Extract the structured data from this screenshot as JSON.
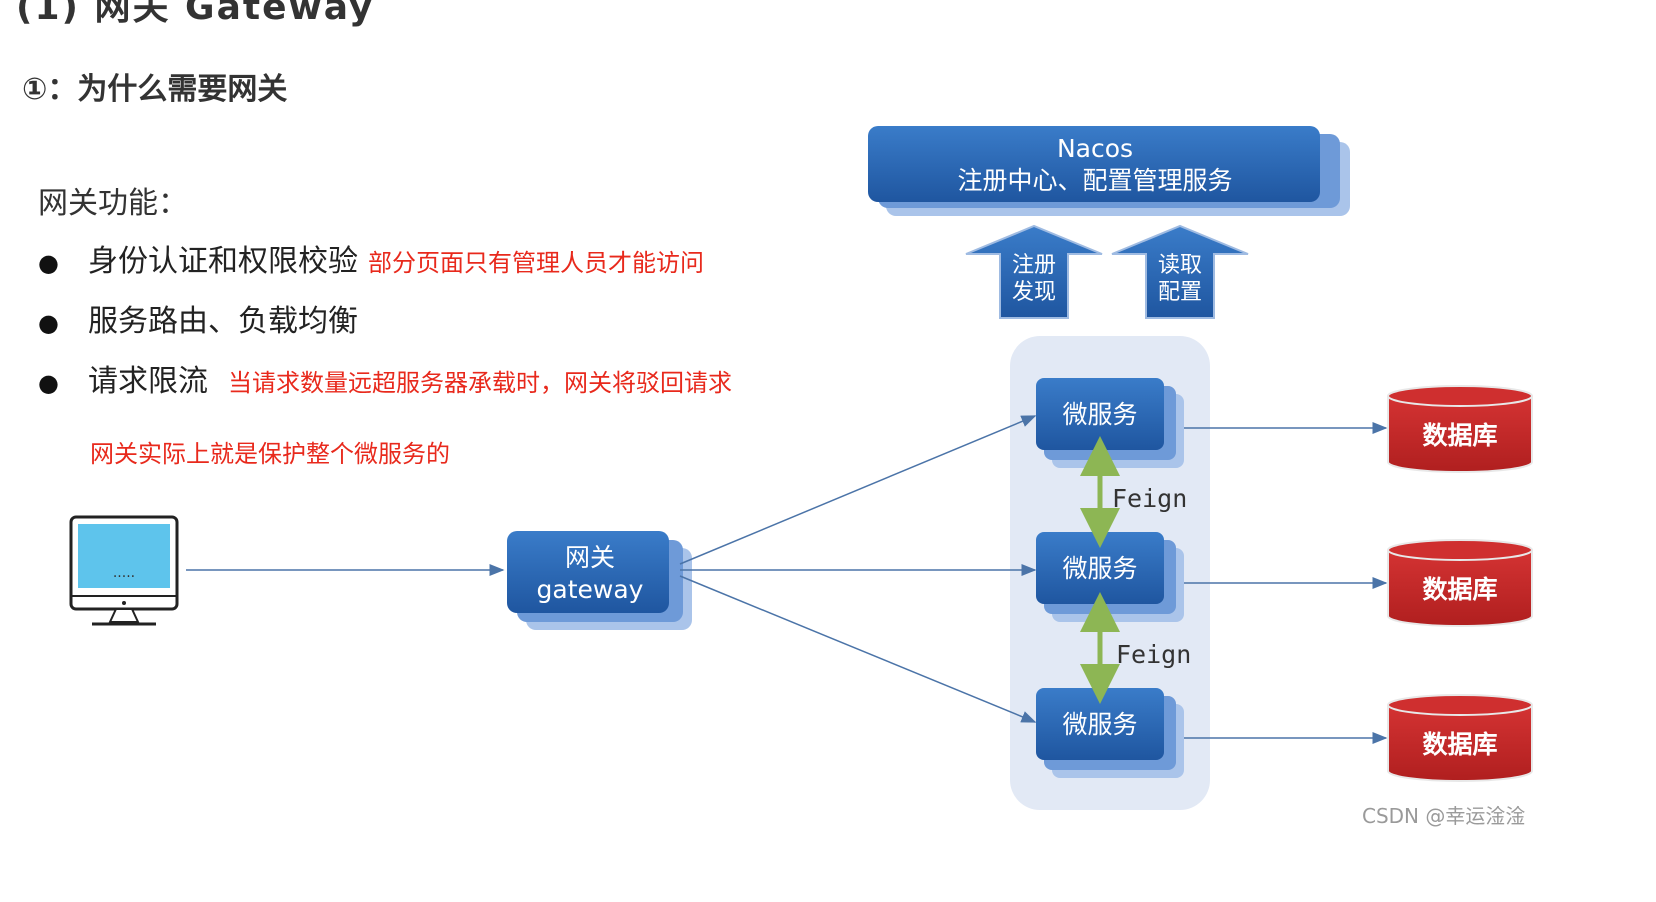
{
  "heading_crop": "(1) 网关 Gateway",
  "section_title": "①：为什么需要网关",
  "functions_title": "网关功能：",
  "bullets": [
    {
      "text": "身份认证和权限校验",
      "note": "部分页面只有管理人员才能访问"
    },
    {
      "text": "服务路由、负载均衡",
      "note": ""
    },
    {
      "text": "请求限流",
      "note": "当请求数量远超服务器承载时，网关将驳回请求"
    }
  ],
  "bullet_symbol": "●",
  "summary_note": "网关实际上就是保护整个微服务的",
  "nacos": {
    "line1": "Nacos",
    "line2": "注册中心、配置管理服务"
  },
  "up_arrows": [
    {
      "line1": "注册",
      "line2": "发现"
    },
    {
      "line1": "读取",
      "line2": "配置"
    }
  ],
  "gateway": {
    "line1": "网关",
    "line2": "gateway"
  },
  "microservices": [
    "微服务",
    "微服务",
    "微服务"
  ],
  "feign_labels": [
    "Feign",
    "Feign"
  ],
  "databases": [
    "数据库",
    "数据库",
    "数据库"
  ],
  "client_screen_text": ".....",
  "watermark": "CSDN @幸运淦淦",
  "colors": {
    "box_blue": "#2d68b5",
    "box_shadow_blue": "#7ea9e4",
    "cluster_bg": "#e2e9f5",
    "db_red": "#c42626",
    "note_red": "#e8291c",
    "feign_green": "#8db654",
    "line_blue": "#4b74a8"
  }
}
